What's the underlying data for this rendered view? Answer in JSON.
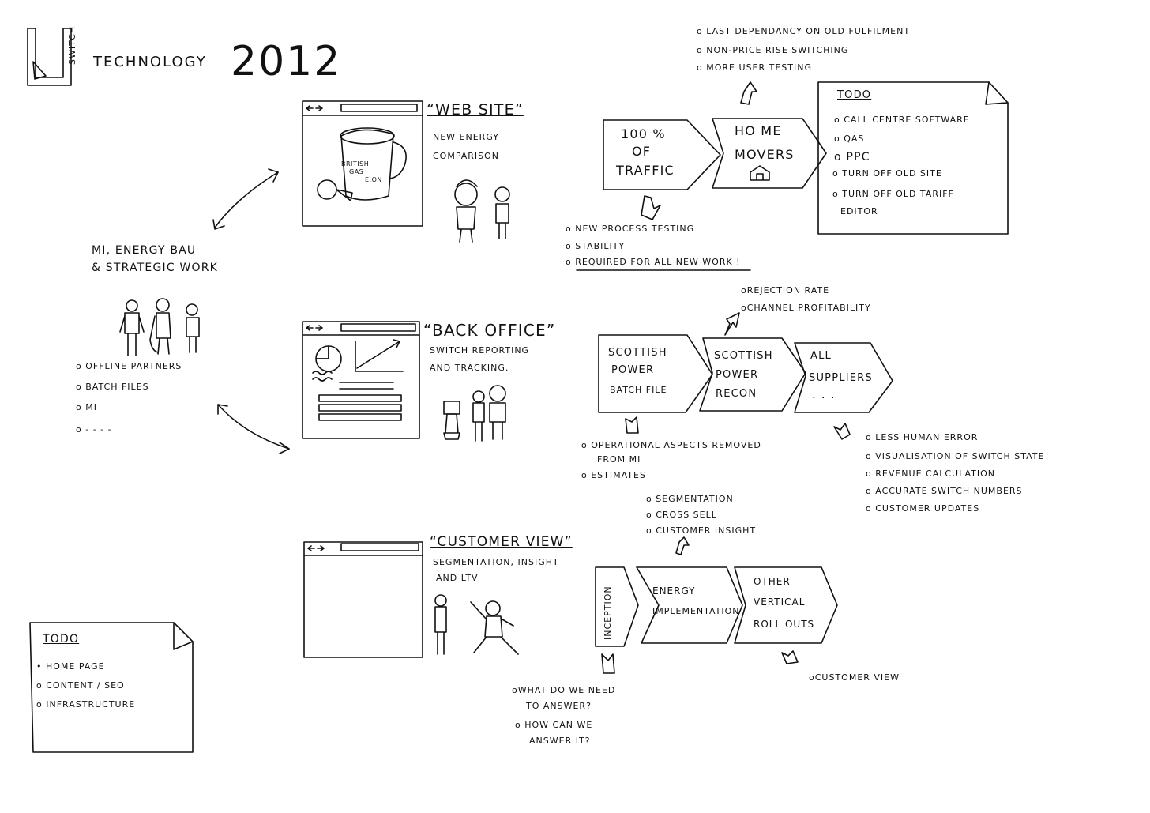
{
  "header": {
    "logo_text": "SWITCH",
    "title": "TECHNOLOGY",
    "year": "2012"
  },
  "left": {
    "label_line1": "MI, ENERGY BAU",
    "label_line2": "& STRATEGIC WORK",
    "bullets": [
      "OFFLINE PARTNERS",
      "BATCH FILES",
      "MI",
      "- - - -"
    ]
  },
  "todo_bottom_left": {
    "title": "TODO",
    "items": [
      "HOME PAGE",
      "CONTENT / SEO",
      "INFRASTRUCTURE"
    ]
  },
  "browsers": {
    "website": {
      "title": "“WEB SITE”",
      "subtitle_line1": "NEW ENERGY",
      "subtitle_line2": "COMPARISON",
      "mug_text_1": "BRITISH",
      "mug_text_2": "GAS",
      "mug_text_3": "E.ON"
    },
    "backoffice": {
      "title": "“BACK OFFICE”",
      "subtitle_line1": "SWITCH REPORTING",
      "subtitle_line2": "AND TRACKING."
    },
    "customer": {
      "title": "“CUSTOMER VIEW”",
      "subtitle_line1": "SEGMENTATION, INSIGHT",
      "subtitle_line2": "AND LTV"
    }
  },
  "flow1": {
    "box1_line1": "100 %",
    "box1_line2": "OF",
    "box1_line3": "TRAFFIC",
    "box2_line1": "HO ME",
    "box2_line2": "MOVERS",
    "top_notes": [
      "LAST DEPENDANCY ON OLD FULFILMENT",
      "NON-PRICE RISE SWITCHING",
      "MORE USER TESTING"
    ],
    "bottom_notes": [
      "NEW PROCESS TESTING",
      "STABILITY",
      "REQUIRED FOR ALL NEW WORK !"
    ],
    "todo": {
      "title": "TODO",
      "items": [
        "CALL CENTRE SOFTWARE",
        "QAS",
        "PPC",
        "TURN OFF OLD SITE",
        "TURN OFF OLD TARIFF"
      ],
      "item_cont": "EDITOR"
    }
  },
  "flow2": {
    "box1_line1": "SCOTTISH",
    "box1_line2": "POWER",
    "box1_line3": "BATCH FILE",
    "box2_line1": "SCOTTISH",
    "box2_line2": "POWER",
    "box2_line3": "RECON",
    "box3_line1": "ALL",
    "box3_line2": "SUPPLIERS",
    "box3_line3": ". . .",
    "top_notes": [
      "REJECTION RATE",
      "CHANNEL PROFITABILITY"
    ],
    "bottom_notes_line1": "OPERATIONAL ASPECTS REMOVED",
    "bottom_notes_line2": "FROM MI",
    "bottom_notes_line3": "ESTIMATES",
    "right_notes": [
      "LESS HUMAN ERROR",
      "VISUALISATION OF SWITCH STATE",
      "REVENUE CALCULATION",
      "ACCURATE SWITCH NUMBERS",
      "CUSTOMER UPDATES"
    ]
  },
  "flow3": {
    "box1": "INCEPTION",
    "box2_line1": "ENERGY",
    "box2_line2": "IMPLEMENTATION",
    "box3_line1": "OTHER",
    "box3_line2": "VERTICAL",
    "box3_line3": "ROLL OUTS",
    "top_notes": [
      "SEGMENTATION",
      "CROSS SELL",
      "CUSTOMER INSIGHT"
    ],
    "bottom_left_notes": [
      "WHAT DO WE NEED",
      "TO ANSWER?",
      "HOW CAN WE",
      "ANSWER IT?"
    ],
    "bottom_right_note": "CUSTOMER VIEW"
  }
}
